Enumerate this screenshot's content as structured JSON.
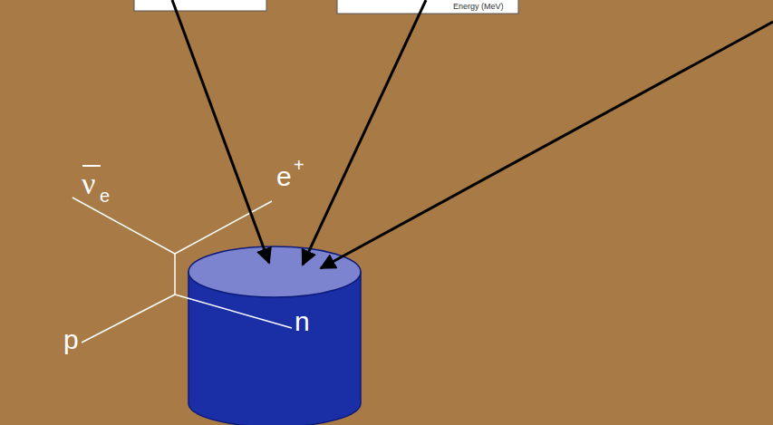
{
  "diagram": {
    "labels": [
      "ν",
      "e",
      "e",
      "+",
      "p",
      "n",
      "Energy (MeV)"
    ]
  }
}
